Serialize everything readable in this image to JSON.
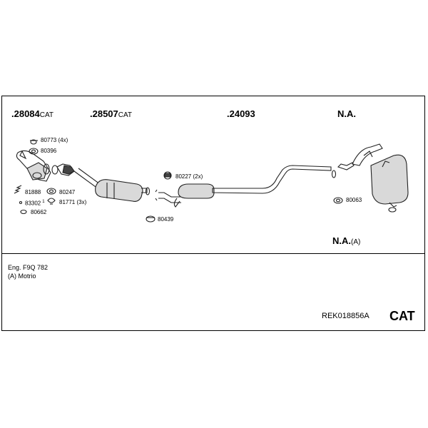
{
  "header_parts": [
    {
      "number": ".28084",
      "suffix": "CAT"
    },
    {
      "number": ".28507",
      "suffix": "CAT"
    },
    {
      "number": ".24093",
      "suffix": ""
    },
    {
      "number": "N.A.",
      "suffix": ""
    }
  ],
  "small_parts": {
    "p80773": "80773 (4x)",
    "p80396": "80396",
    "p81888": "81888",
    "p80247": "80247",
    "p83302": "83302",
    "p83302_sup": "1",
    "p81771": "81771 (3x)",
    "p80662": "80662",
    "p80227": "80227 (2x)",
    "p80439": "80439",
    "p80063": "80063"
  },
  "na_note": {
    "label": "N.A.",
    "suffix": "(A)"
  },
  "notes": {
    "engine": "Eng. F9Q 782",
    "model": "(A) Motrio"
  },
  "footer": {
    "reference": "REK018856A",
    "badge": "CAT"
  }
}
